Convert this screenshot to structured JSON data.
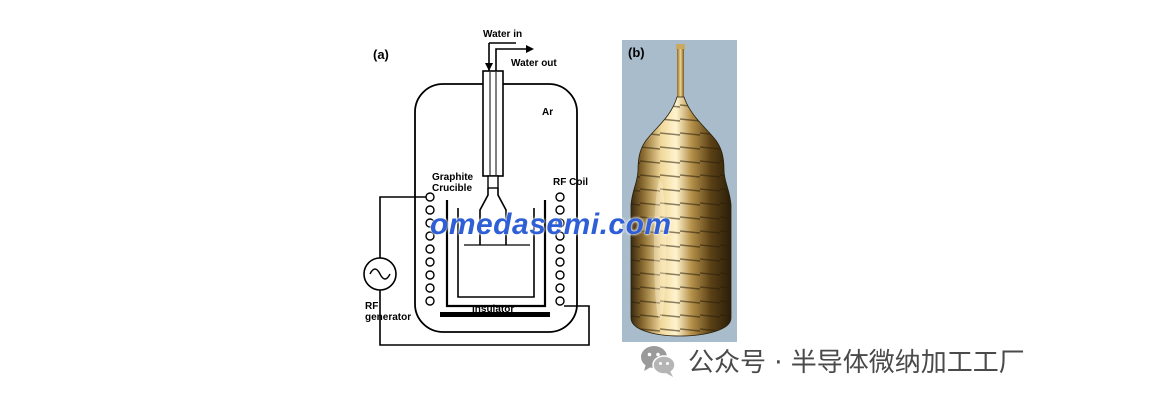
{
  "panel_a": {
    "label": "(a)",
    "water_in": "Water in",
    "water_out": "Water out",
    "ar": "Ar",
    "crucible_line1": "Graphite",
    "crucible_line2": "Crucible",
    "rf_coil": "RF Coil",
    "insulator": "Insulator",
    "generator_line1": "RF",
    "generator_line2": "generator"
  },
  "panel_b": {
    "label": "(b)"
  },
  "watermark": "omedasemi.com",
  "footer": {
    "text": "公众号 · 半导体微纳加工工厂",
    "icon": "wechat-icon"
  }
}
